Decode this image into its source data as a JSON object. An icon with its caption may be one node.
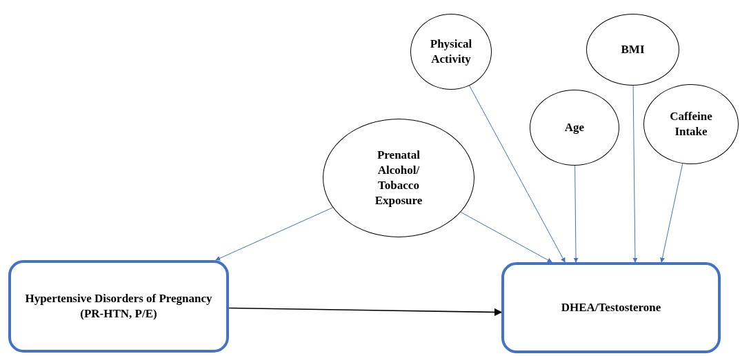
{
  "diagram": {
    "nodes": [
      {
        "text": [
          "Physical Activity"
        ]
      },
      {
        "text": [
          "BMI"
        ]
      },
      {
        "text": [
          "Age"
        ]
      },
      {
        "text": [
          "Caffeine Intake"
        ]
      },
      {
        "text": [
          "Prenatal Alcohol/ Tobacco Exposure"
        ]
      },
      {
        "text": [
          "Hypertensive Disorders of Pregnancy (PR-HTN, P/E)"
        ]
      },
      {
        "text": [
          "DHEA/Testosterone"
        ]
      }
    ],
    "edges": [
      {
        "from": 4,
        "to": 5,
        "arrow": "to"
      },
      {
        "from": 4,
        "to": 6,
        "arrow": "to"
      },
      {
        "from": 0,
        "to": 6,
        "arrow": "to"
      },
      {
        "from": 2,
        "to": 6,
        "arrow": "to"
      },
      {
        "from": 1,
        "to": 6,
        "arrow": "to"
      },
      {
        "from": 3,
        "to": 6,
        "arrow": "to"
      },
      {
        "from": 5,
        "to": 6,
        "arrow": "to",
        "color": "#000000"
      }
    ]
  }
}
